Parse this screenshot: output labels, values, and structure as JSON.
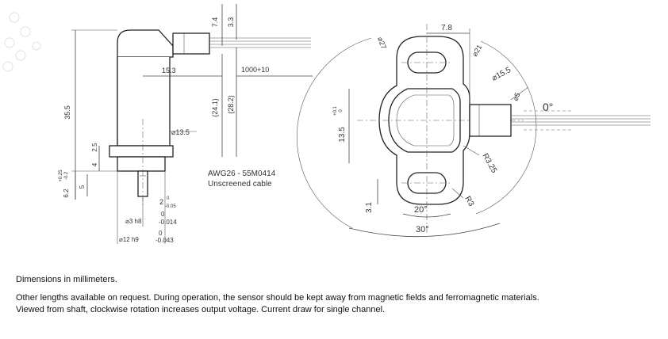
{
  "side_view": {
    "dim_35_5": "35.5",
    "dim_7_4": "7.4",
    "dim_3_3": "3.3",
    "dim_15_3": "15.3",
    "dim_cable": "1000+10",
    "dim_24_1": "(24.1)",
    "dim_28_2": "(28.2)",
    "dim_13_5_dia": "⌀13.5",
    "dim_2_5": "2.5",
    "dim_4": "4",
    "dim_6_2": "6.2",
    "dim_6_2_tol_upper": "+0.25",
    "dim_6_2_tol_lower": "-0.2",
    "dim_5": "5",
    "dim_2": "2",
    "dim_2_tol_upper": "0",
    "dim_2_tol_lower": "-0.05",
    "dim_3h8": "⌀3 h8",
    "dim_3h8_tol_upper": "0",
    "dim_3h8_tol_lower": "-0.014",
    "dim_12h9": "⌀12 h9",
    "dim_12h9_tol_upper": "0",
    "dim_12h9_tol_lower": "-0.043",
    "cable_line1": "AWG26 - 55M0414",
    "cable_line2": "Unscreened cable"
  },
  "front_view": {
    "dim_7_8": "7.8",
    "dim_27": "⌀27",
    "dim_21": "⌀21",
    "dim_15_5": "⌀15.5",
    "dim_5": "⌀5",
    "angle_0": "0°",
    "dim_13_5": "13.5",
    "dim_13_5_tol_upper": "+0.1",
    "dim_13_5_tol_lower": "0",
    "dim_r3_25": "R3.25",
    "dim_r3": "R3",
    "dim_3_1": "3.1",
    "angle_20": "20°",
    "angle_30": "30°"
  },
  "notes": {
    "line1": "Dimensions in millimeters.",
    "line2": "Other lengths available on request. During operation, the sensor should be kept away from magnetic fields and ferromagnetic materials.",
    "line3": "Viewed from shaft, clockwise rotation increases output voltage. Current draw for single channel."
  }
}
